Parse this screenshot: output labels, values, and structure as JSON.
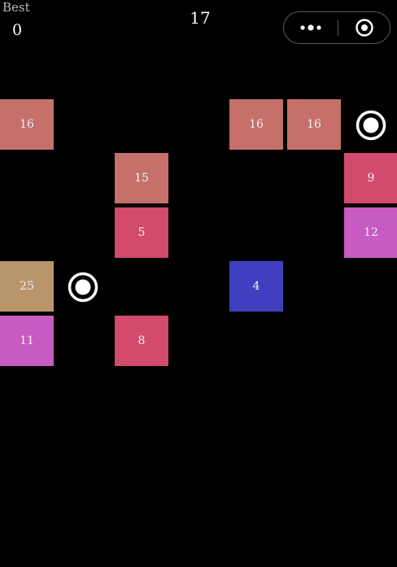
{
  "hud": {
    "best_label": "Best",
    "best_value": "0",
    "score": "17"
  },
  "capsule": {
    "more_icon": "more-dots-icon",
    "close_icon": "target-close-icon"
  },
  "colors": {
    "background": "#000000",
    "salmon": "#c5706a",
    "crimson": "#d24a6c",
    "magenta": "#c85ac4",
    "tan": "#b8956a",
    "blue": "#3f3fbf",
    "ball": "#ffffff"
  },
  "blocks": [
    {
      "value": "16",
      "color": "#c5706a"
    },
    {
      "value": "16",
      "color": "#c5706a"
    },
    {
      "value": "16",
      "color": "#c5706a"
    },
    {
      "value": "15",
      "color": "#c5706a"
    },
    {
      "value": "9",
      "color": "#d24a6c"
    },
    {
      "value": "5",
      "color": "#d24a6c"
    },
    {
      "value": "12",
      "color": "#c85ac4"
    },
    {
      "value": "25",
      "color": "#b8956a"
    },
    {
      "value": "4",
      "color": "#3f3fbf"
    },
    {
      "value": "11",
      "color": "#c85ac4"
    },
    {
      "value": "8",
      "color": "#d24a6c"
    }
  ],
  "balls": [
    {
      "icon": "ring-ball-icon"
    },
    {
      "icon": "ring-ball-icon"
    }
  ]
}
